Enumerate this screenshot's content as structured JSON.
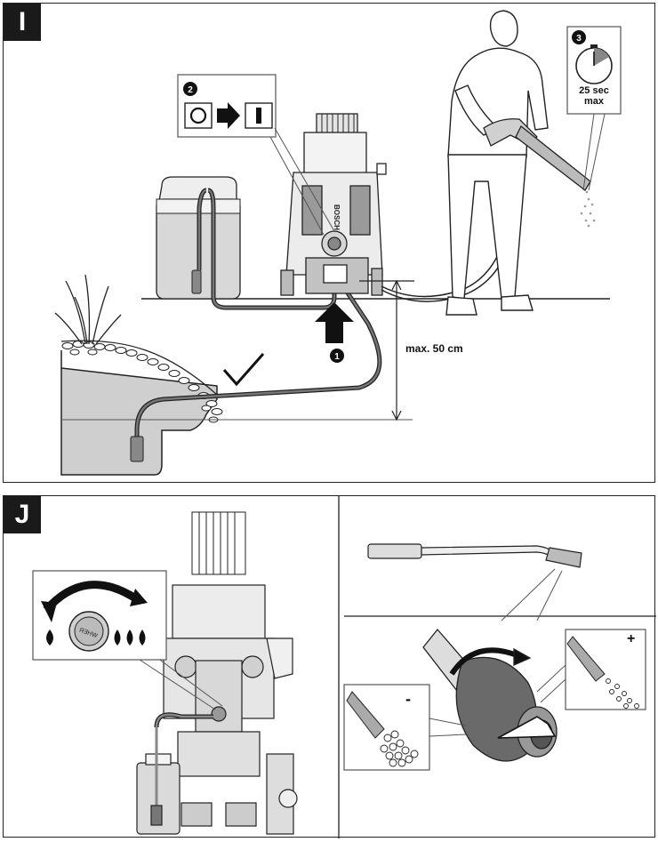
{
  "panel_i": {
    "tag": "I",
    "step1_marker": "❶",
    "step2_marker": "❷",
    "step3_marker": "❸",
    "timer_line1": "25 sec",
    "timer_line2": "max",
    "height_label": "max. 50 cm",
    "brand": "BOSCH",
    "icons": [
      "switch-off-icon",
      "arrow-right-icon",
      "switch-on-icon",
      "timer-icon",
      "checkmark-icon",
      "arrow-up-icon"
    ]
  },
  "panel_j": {
    "tag": "J",
    "minus_label": "-",
    "plus_label": "+",
    "knob_text": "ЯƎHW",
    "icons": [
      "rotate-arrow-icon",
      "single-drop-icon",
      "triple-drop-icon",
      "rotate-nozzle-icon"
    ]
  },
  "colors": {
    "ink": "#1a1a1a",
    "water": "#c8c8c8",
    "ground": "#dcdcdc",
    "white": "#ffffff"
  }
}
